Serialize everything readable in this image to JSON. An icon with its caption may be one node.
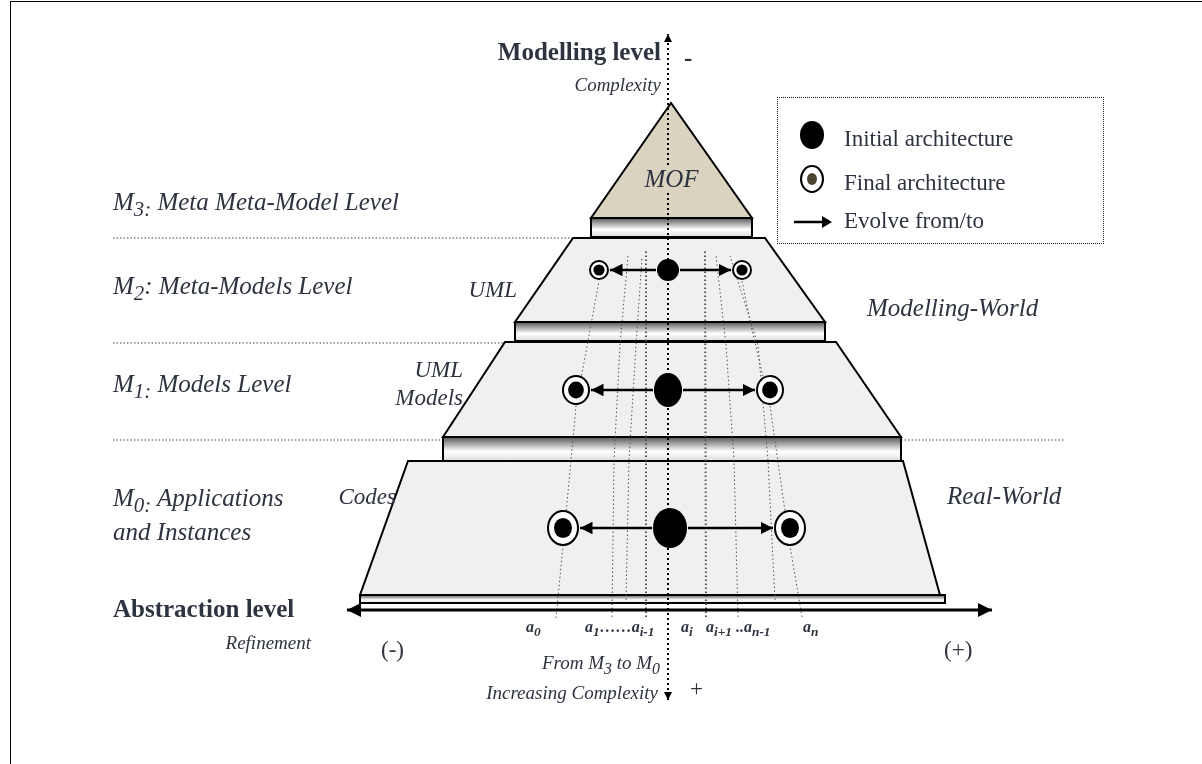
{
  "diagram": {
    "nodes": [
      {
        "text": [
          "MOF"
        ]
      },
      {
        "text": [],
        "shape": "trapezoid",
        "beside": [
          "UML"
        ]
      },
      {
        "text": [],
        "shape": "bullseye",
        "in": 1
      },
      {
        "text": [],
        "shape": "circle",
        "in": 1
      },
      {
        "text": [],
        "shape": "bullseye",
        "in": 1
      },
      {
        "text": [],
        "shape": "trapezoid",
        "beside": [
          "UML Models"
        ]
      },
      {
        "text": [],
        "shape": "bullseye",
        "in": 5
      },
      {
        "text": [],
        "shape": "circle",
        "in": 5
      },
      {
        "text": [],
        "shape": "bullseye",
        "in": 5
      },
      {
        "text": [],
        "shape": "trapezoid",
        "beside": [
          "Codes"
        ]
      },
      {
        "text": [],
        "shape": "bullseye",
        "in": 9
      },
      {
        "text": [],
        "shape": "circle",
        "in": 9
      },
      {
        "text": [],
        "shape": "bullseye",
        "in": 9
      }
    ],
    "edges": [
      {
        "from": 3,
        "to": 2,
        "arrow": "to"
      },
      {
        "from": 3,
        "to": 4,
        "arrow": "to"
      },
      {
        "from": 7,
        "to": 6,
        "arrow": "to"
      },
      {
        "from": 7,
        "to": 8,
        "arrow": "to"
      },
      {
        "from": 11,
        "to": 10,
        "arrow": "to"
      },
      {
        "from": 11,
        "to": 12,
        "arrow": "to"
      }
    ],
    "labels": [
      "Modelling level",
      "-",
      "Complexity",
      "M$_{3:}$ Meta Meta-Model Level",
      "M$_{2}$: Meta-Models Level",
      "Modelling-World",
      "M$_{1:}$ Models Level",
      "M$_{0:}$ Applications and Instances",
      "Real-World",
      "Abstraction level",
      "Refinement",
      "a$_{0}$",
      "a$_{1}$……a$_{i-1}$",
      "a$_{i}$",
      "a$_{i+1}$ ..a$_{n-1}$",
      "a$_{n}$",
      "(-)",
      "(+)",
      "From M$_{3}$ to M$_{0}$",
      "Increasing Complexity",
      "+"
    ],
    "legend": [
      {
        "text": "Initial architecture"
      },
      {
        "text": "Final architecture"
      },
      {
        "text": "Evolve from/to"
      }
    ]
  }
}
